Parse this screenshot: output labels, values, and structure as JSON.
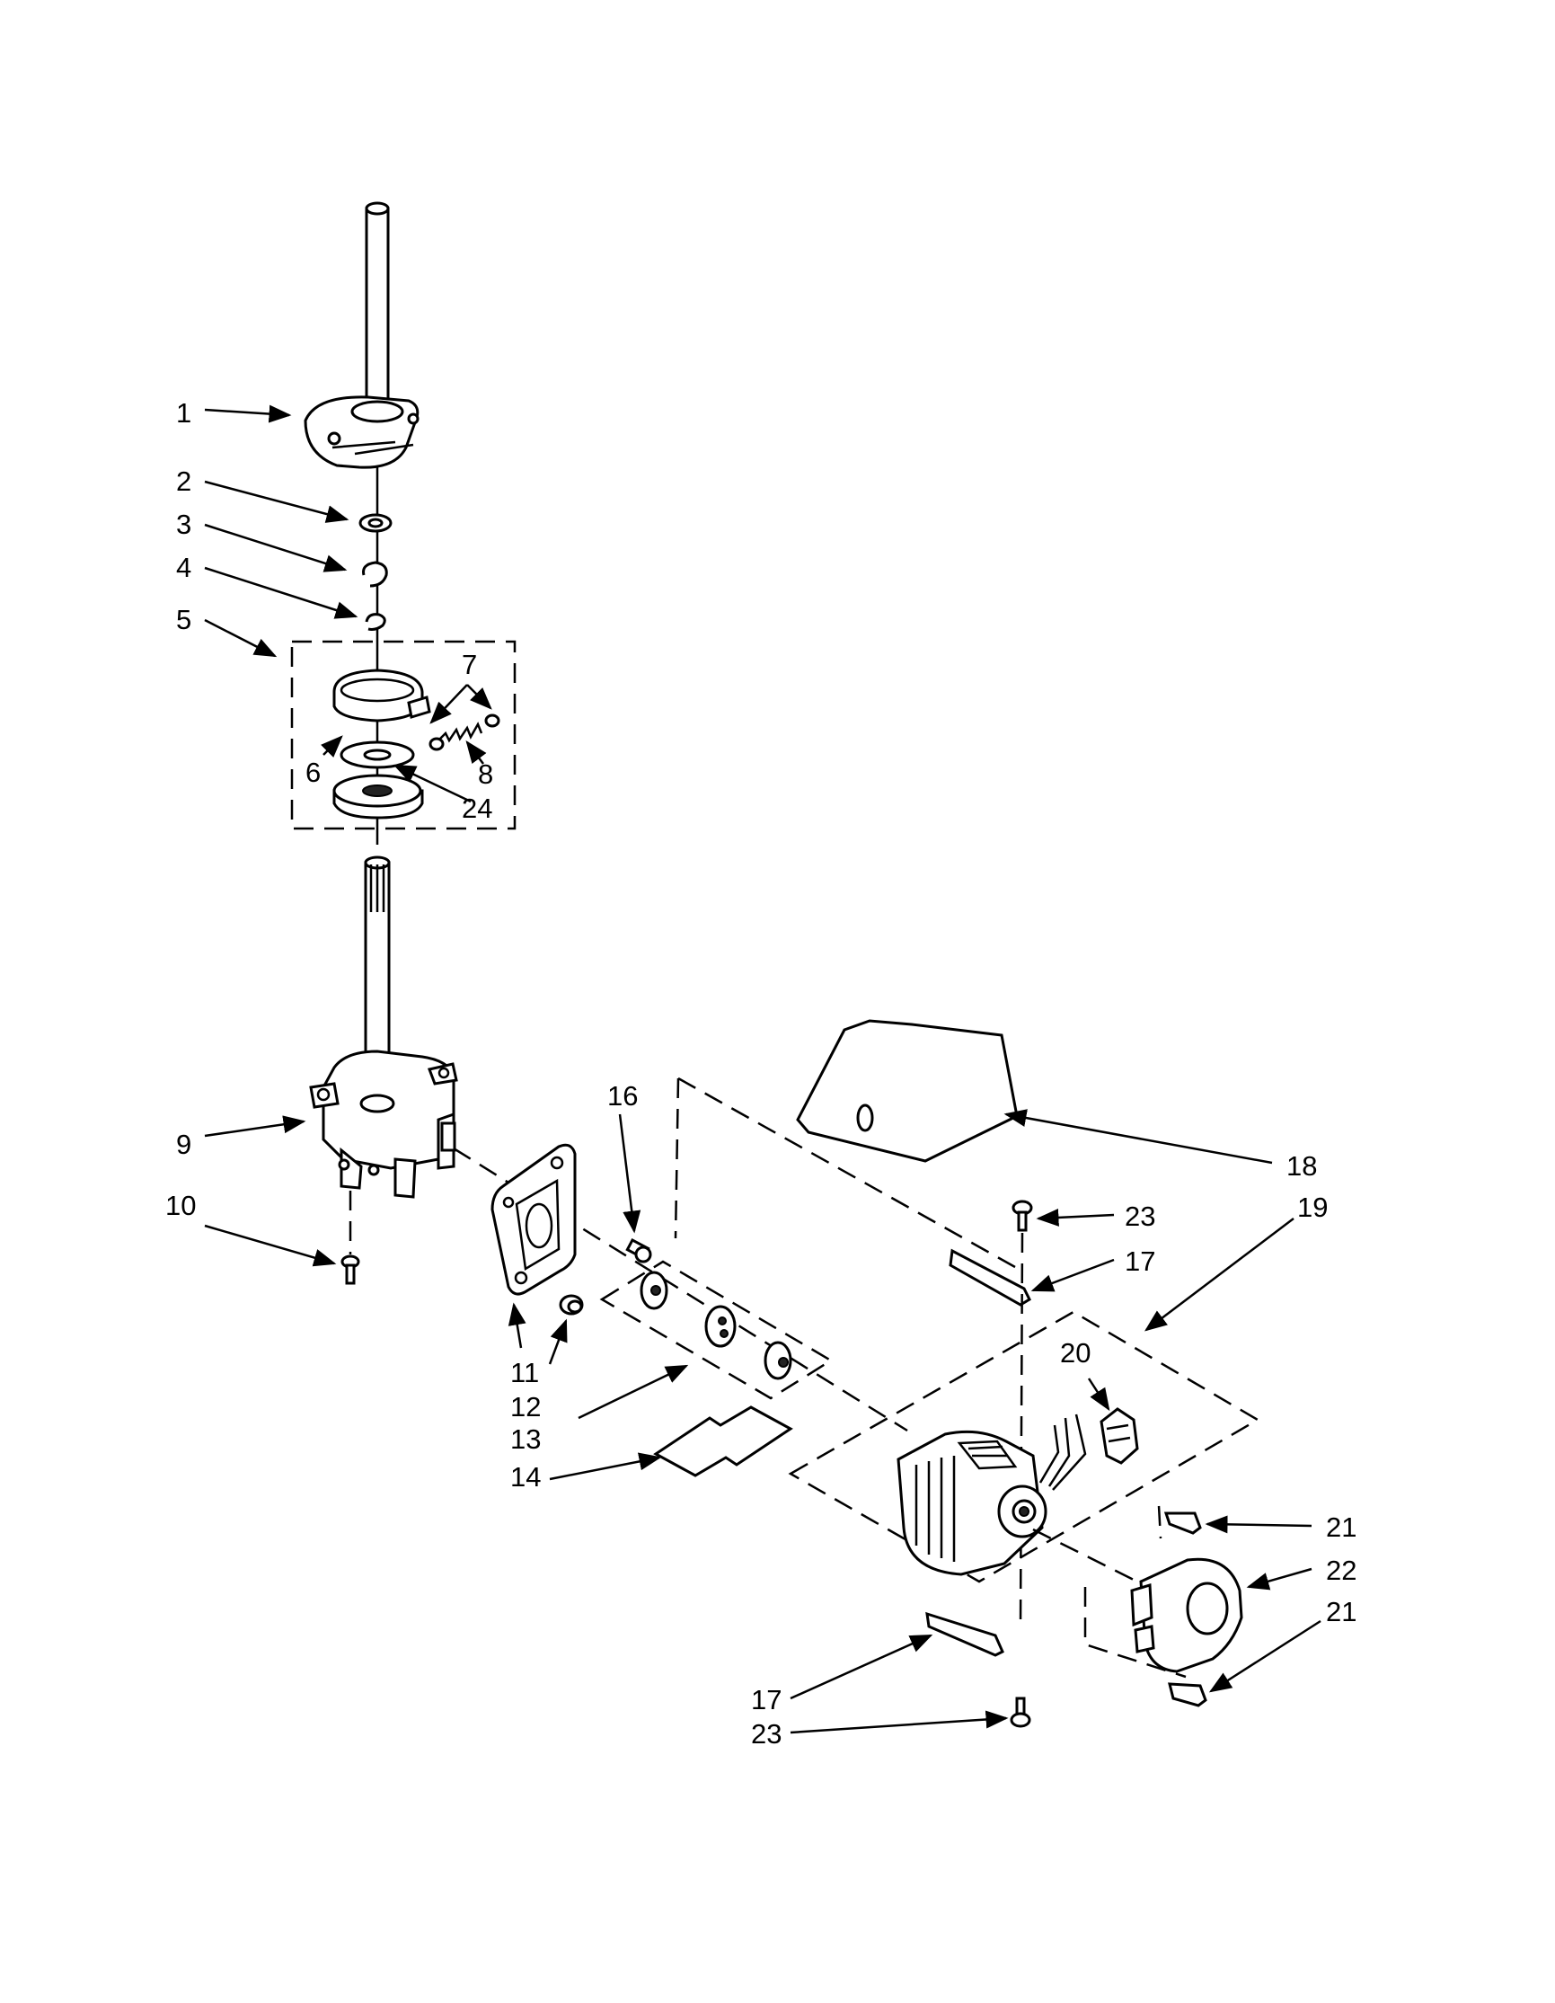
{
  "callouts": [
    "1",
    "2",
    "3",
    "4",
    "5",
    "6",
    "7",
    "8",
    "24",
    "9",
    "10",
    "11",
    "12",
    "13",
    "14",
    "16",
    "17",
    "18",
    "19",
    "20",
    "21",
    "22",
    "23"
  ],
  "labels": {
    "c1": "1",
    "c2": "2",
    "c3": "3",
    "c4": "4",
    "c5": "5",
    "c6": "6",
    "c7": "7",
    "c8": "8",
    "c24": "24",
    "c9": "9",
    "c10": "10",
    "c11": "11",
    "c12": "12",
    "c13": "13",
    "c14": "14",
    "c16": "16",
    "c17a": "17",
    "c17b": "17",
    "c18": "18",
    "c19": "19",
    "c20": "20",
    "c21a": "21",
    "c21b": "21",
    "c22": "22",
    "c23a": "23",
    "c23b": "23"
  }
}
